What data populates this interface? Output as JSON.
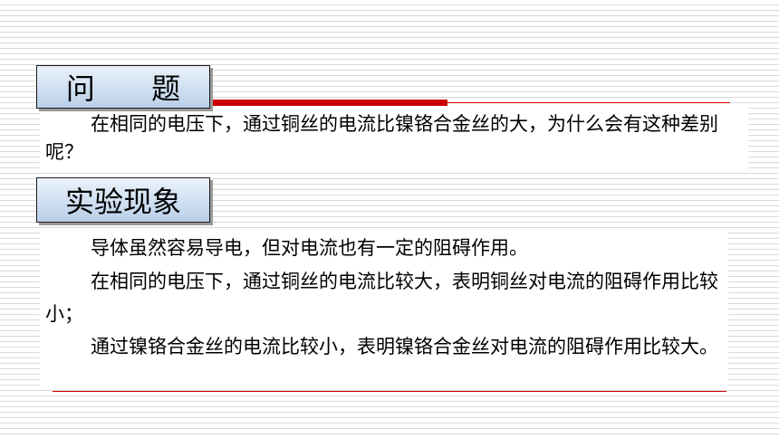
{
  "question": {
    "title": "问 题",
    "text": "在相同的电压下，通过铜丝的电流比镍铬合金丝的大，为什么会有这种差别呢？"
  },
  "phenomenon": {
    "title": "实验现象",
    "paragraphs": [
      "导体虽然容易导电，但对电流也有一定的阻碍作用。",
      "在相同的电压下，通过铜丝的电流比较大，表明铜丝对电流的阻碍作用比较小；",
      "通过镍铬合金丝的电流比较小，表明镍铬合金丝对电流的阻碍作用比较大。"
    ]
  },
  "colors": {
    "accent_red": "#cc0000",
    "label_gradient_top": "#eaf2fb",
    "label_gradient_bottom": "#b9cfe8"
  }
}
